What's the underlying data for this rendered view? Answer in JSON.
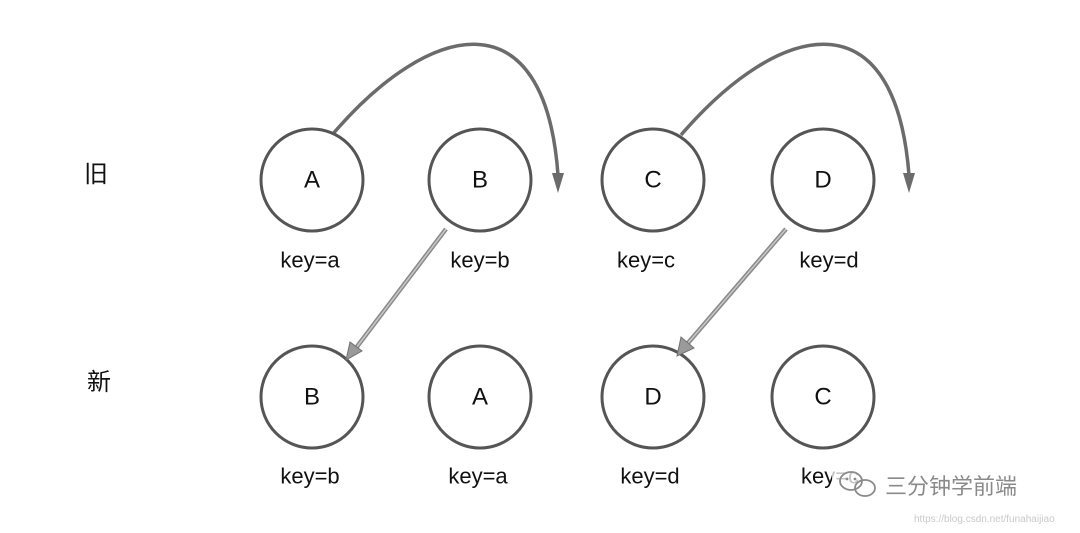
{
  "rows": {
    "old_label": "旧",
    "new_label": "新"
  },
  "old_nodes": [
    {
      "letter": "A",
      "key": "key=a"
    },
    {
      "letter": "B",
      "key": "key=b"
    },
    {
      "letter": "C",
      "key": "key=c"
    },
    {
      "letter": "D",
      "key": "key=d"
    }
  ],
  "new_nodes": [
    {
      "letter": "B",
      "key": "key=b"
    },
    {
      "letter": "A",
      "key": "key=a"
    },
    {
      "letter": "D",
      "key": "key=d"
    },
    {
      "letter": "C",
      "key": "key=c"
    }
  ],
  "watermark": {
    "account": "三分钟学前端",
    "url": "https://blog.csdn.net/funahaijiao",
    "icon": "wechat-icon"
  },
  "colors": {
    "circle_stroke": "#555555",
    "arrow_dark": "#6b6b6b",
    "arrow_light": "#8a8a8a"
  }
}
